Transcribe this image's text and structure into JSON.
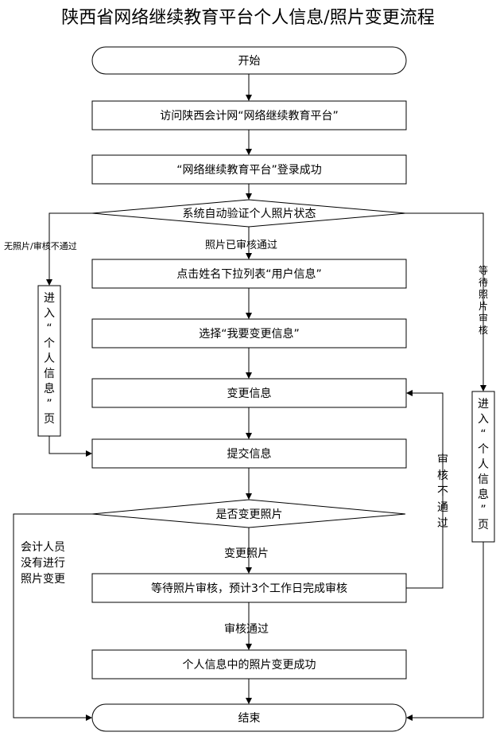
{
  "title": "陕西省网络继续教育平台个人信息/照片变更流程",
  "nodes": {
    "start": "开始",
    "visit": "访问陕西会计网“网络继续教育平台”",
    "login": "“网络继续教育平台”登录成功",
    "verify": "系统自动验证个人照片状态",
    "click_menu": "点击姓名下拉列表“用户信息”",
    "choose_change": "选择“我要变更信息”",
    "change_info": "变更信息",
    "submit_info": "提交信息",
    "change_photo_q": "是否变更照片",
    "wait_review": "等待照片审核，预计3个工作日完成审核",
    "success": "个人信息中的照片变更成功",
    "end": "结束",
    "left_page": [
      "进",
      "入",
      "“",
      "个",
      "人",
      "信",
      "息",
      "”",
      "页"
    ],
    "right_page": [
      "进",
      "入",
      "“",
      "个",
      "人",
      "信",
      "息",
      "”",
      "页"
    ]
  },
  "edges": {
    "photo_approved": "照片已审核通过",
    "no_photo": "无照片/审核不通过",
    "wait_photo": [
      "等",
      "待",
      "照",
      "片",
      "审",
      "核"
    ],
    "review_failed": [
      "审",
      "核",
      "不",
      "通",
      "过"
    ],
    "change_photo": "变更照片",
    "review_passed": "审核通过",
    "no_photo_change": [
      "会计人员",
      "没有进行",
      "照片变更"
    ]
  }
}
